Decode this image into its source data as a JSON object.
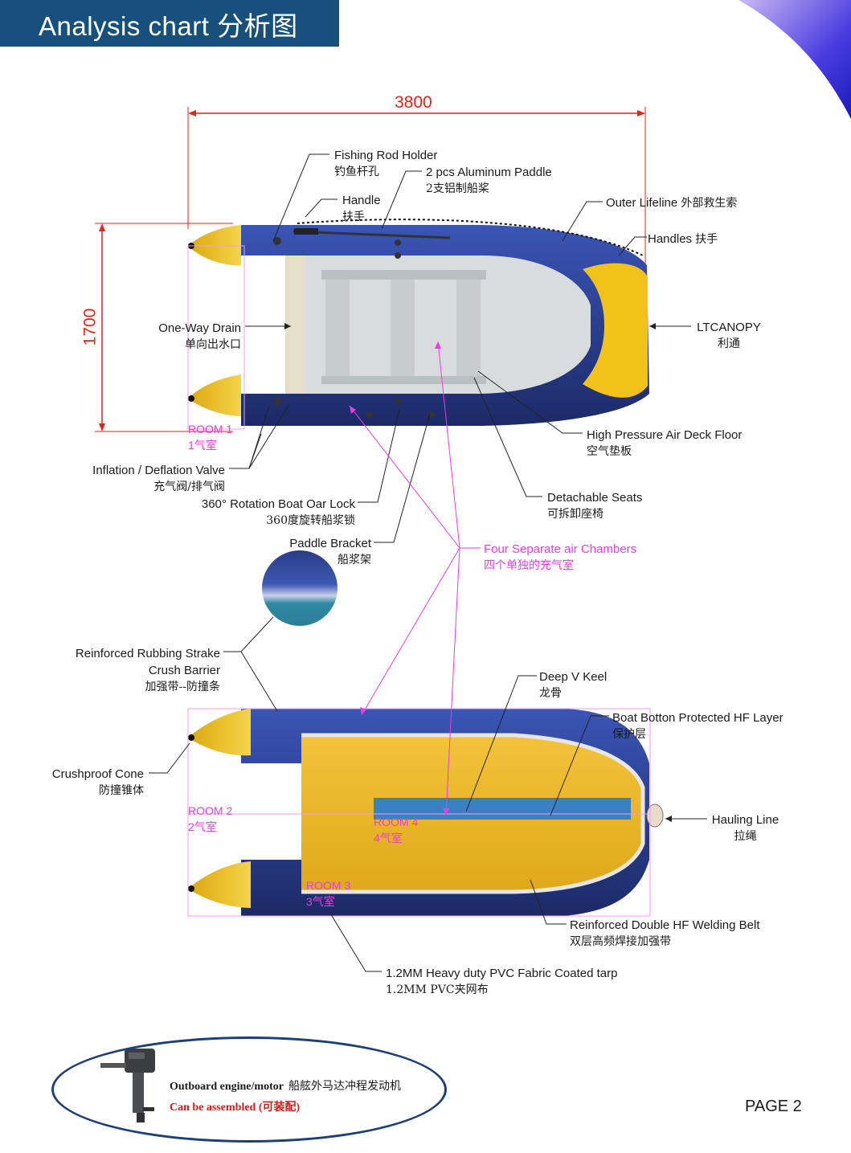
{
  "header": {
    "title": "Analysis chart  分析图"
  },
  "dimensions": {
    "length": "3800",
    "width": "1700"
  },
  "labels": {
    "fishing_rod": {
      "en": "Fishing Rod Holder",
      "cn": "钓鱼杆孔"
    },
    "paddle": {
      "en": "2 pcs Aluminum Paddle",
      "cn": "2支铝制船桨"
    },
    "handle": {
      "en": "Handle",
      "cn": "扶手"
    },
    "outer_lifeline": {
      "en": "Outer Lifeline",
      "cn": "外部救生索"
    },
    "handles": {
      "en": "Handles",
      "cn": "扶手"
    },
    "one_way_drain": {
      "en": "One-Way Drain",
      "cn": "单向出水口"
    },
    "ltcanopy": {
      "en": "LTCANOPY",
      "cn": "利通"
    },
    "air_deck": {
      "en": "High Pressure Air Deck Floor",
      "cn": "空气垫板"
    },
    "valve": {
      "en": "Inflation / Deflation Valve",
      "cn": "充气阀/排气阀"
    },
    "oar_lock": {
      "en": "360° Rotation Boat Oar Lock",
      "cn": "360度旋转船浆锁"
    },
    "seats": {
      "en": "Detachable Seats",
      "cn": "可拆卸座椅"
    },
    "paddle_bracket": {
      "en": "Paddle Bracket",
      "cn": "船浆架"
    },
    "chambers": {
      "en": "Four Separate air Chambers",
      "cn": "四个单独的充气室"
    },
    "strake": {
      "en1": "Reinforced Rubbing Strake",
      "en2": "Crush Barrier",
      "cn": "加强带--防撞条"
    },
    "keel": {
      "en": "Deep V Keel",
      "cn": "龙骨"
    },
    "hf_layer": {
      "en": "Boat Botton Protected HF Layer",
      "cn": "保护层"
    },
    "cone": {
      "en": "Crushproof Cone",
      "cn": "防撞锥体"
    },
    "hauling": {
      "en": "Hauling Line",
      "cn": "拉绳"
    },
    "welding": {
      "en": "Reinforced Double HF Welding Belt",
      "cn": "双层高频焊接加强带"
    },
    "tarp": {
      "en": "1.2MM Heavy duty PVC Fabric Coated tarp",
      "cn": "1.2MM PVC夹网布"
    }
  },
  "rooms": {
    "r1": {
      "en": "ROOM 1",
      "cn": "1气室"
    },
    "r2": {
      "en": "ROOM 2",
      "cn": "2气室"
    },
    "r3": {
      "en": "ROOM 3",
      "cn": "3气室"
    },
    "r4": {
      "en": "ROOM 4",
      "cn": "4气室"
    }
  },
  "engine": {
    "line1_en": "Outboard engine/motor",
    "line1_cn": "船舷外马达冲程发动机",
    "line2": "Can be assembled (可装配)"
  },
  "page_number": "PAGE 2",
  "colors": {
    "header": "#17507a",
    "dimension": "#e1251b",
    "room": "#e83ee0",
    "tube_blue": "#2a3f8f",
    "cone_yellow": "#f2c21b",
    "oval": "#1d3f77"
  }
}
